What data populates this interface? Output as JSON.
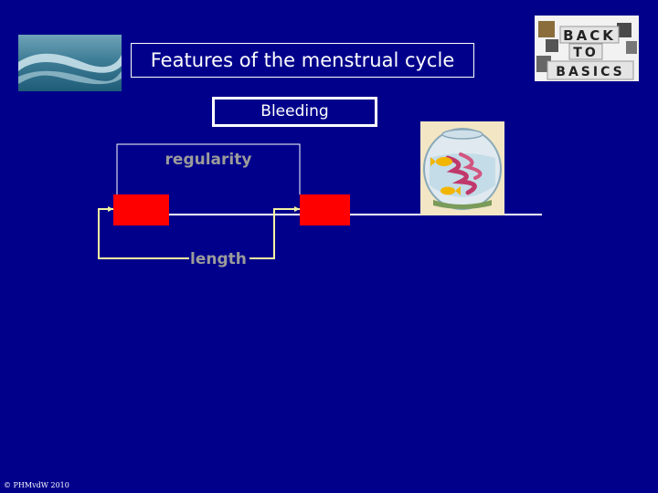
{
  "slide": {
    "title": "Features of the menstrual cycle",
    "bleeding_label": "Bleeding",
    "regularity_label": "regularity",
    "length_label": "length",
    "copyright": "© PHMvdW 2010"
  },
  "badge": {
    "letters_row1": [
      "B",
      "A",
      "C",
      "K"
    ],
    "letters_row2": [
      "T",
      "O"
    ],
    "letters_row3": [
      "B",
      "A",
      "S",
      "I",
      "C",
      "S"
    ]
  },
  "colors": {
    "background": "#00008B",
    "period_block": "#ff0000",
    "timeline": "#ffffff",
    "bracket": "#ffffff",
    "connector": "#f3f3a0",
    "label_gray": "#9b9b9b"
  },
  "icons": {
    "logo": "wave-logo-icon",
    "badge": "back-to-basics-badge-icon",
    "picture": "fishbowl-icon"
  }
}
